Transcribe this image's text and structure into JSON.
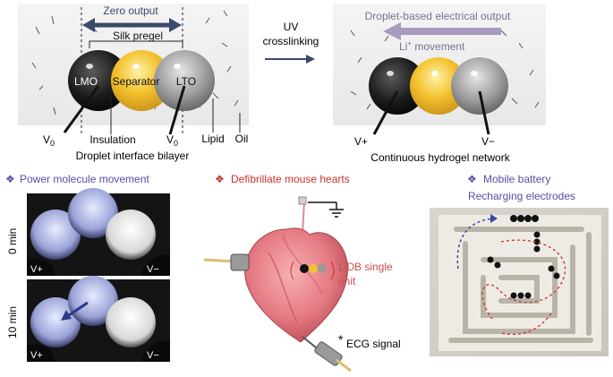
{
  "top_left": {
    "zero_output": "Zero output",
    "silk_pregel": "Silk pregel",
    "lmo": "LMO",
    "separator": "Separator",
    "lto": "LTO",
    "v0_left": "V",
    "v0_left_sub": "0",
    "v0_right": "V",
    "v0_right_sub": "0",
    "insulation": "Insulation",
    "lipid": "Lipid",
    "oil": "Oil",
    "caption": "Droplet interface bilayer"
  },
  "middle": {
    "uv_line1": "UV",
    "uv_line2": "crosslinking"
  },
  "top_right": {
    "title": "Droplet-based electrical output",
    "li_movement": "Li",
    "li_sup": "+",
    "li_movement_rest": " movement",
    "v_plus": "V+",
    "v_minus": "V−",
    "caption": "Continuous hydrogel network"
  },
  "sections": {
    "power": "Power molecule movement",
    "defib": "Defibrillate mouse hearts",
    "battery": "Mobile battery"
  },
  "bottom_left": {
    "time_0": "0 min",
    "time_10": "10 min",
    "v_plus": "V+",
    "v_minus": "V−"
  },
  "bottom_mid": {
    "lidb_line1": "LiDB single",
    "lidb_line2": "unit",
    "ecg_star": "*",
    "ecg": "ECG signal"
  },
  "bottom_right": {
    "recharging": "Recharging electrodes"
  },
  "colors": {
    "arrow_dark": "#3a4a6b",
    "purple": "#5b4aa8",
    "red": "#c8312e",
    "gray_arrow": "#9a8fb5",
    "lmo": "#1a1a1a",
    "separator": "#f2c230",
    "lto": "#8a8a8a"
  }
}
